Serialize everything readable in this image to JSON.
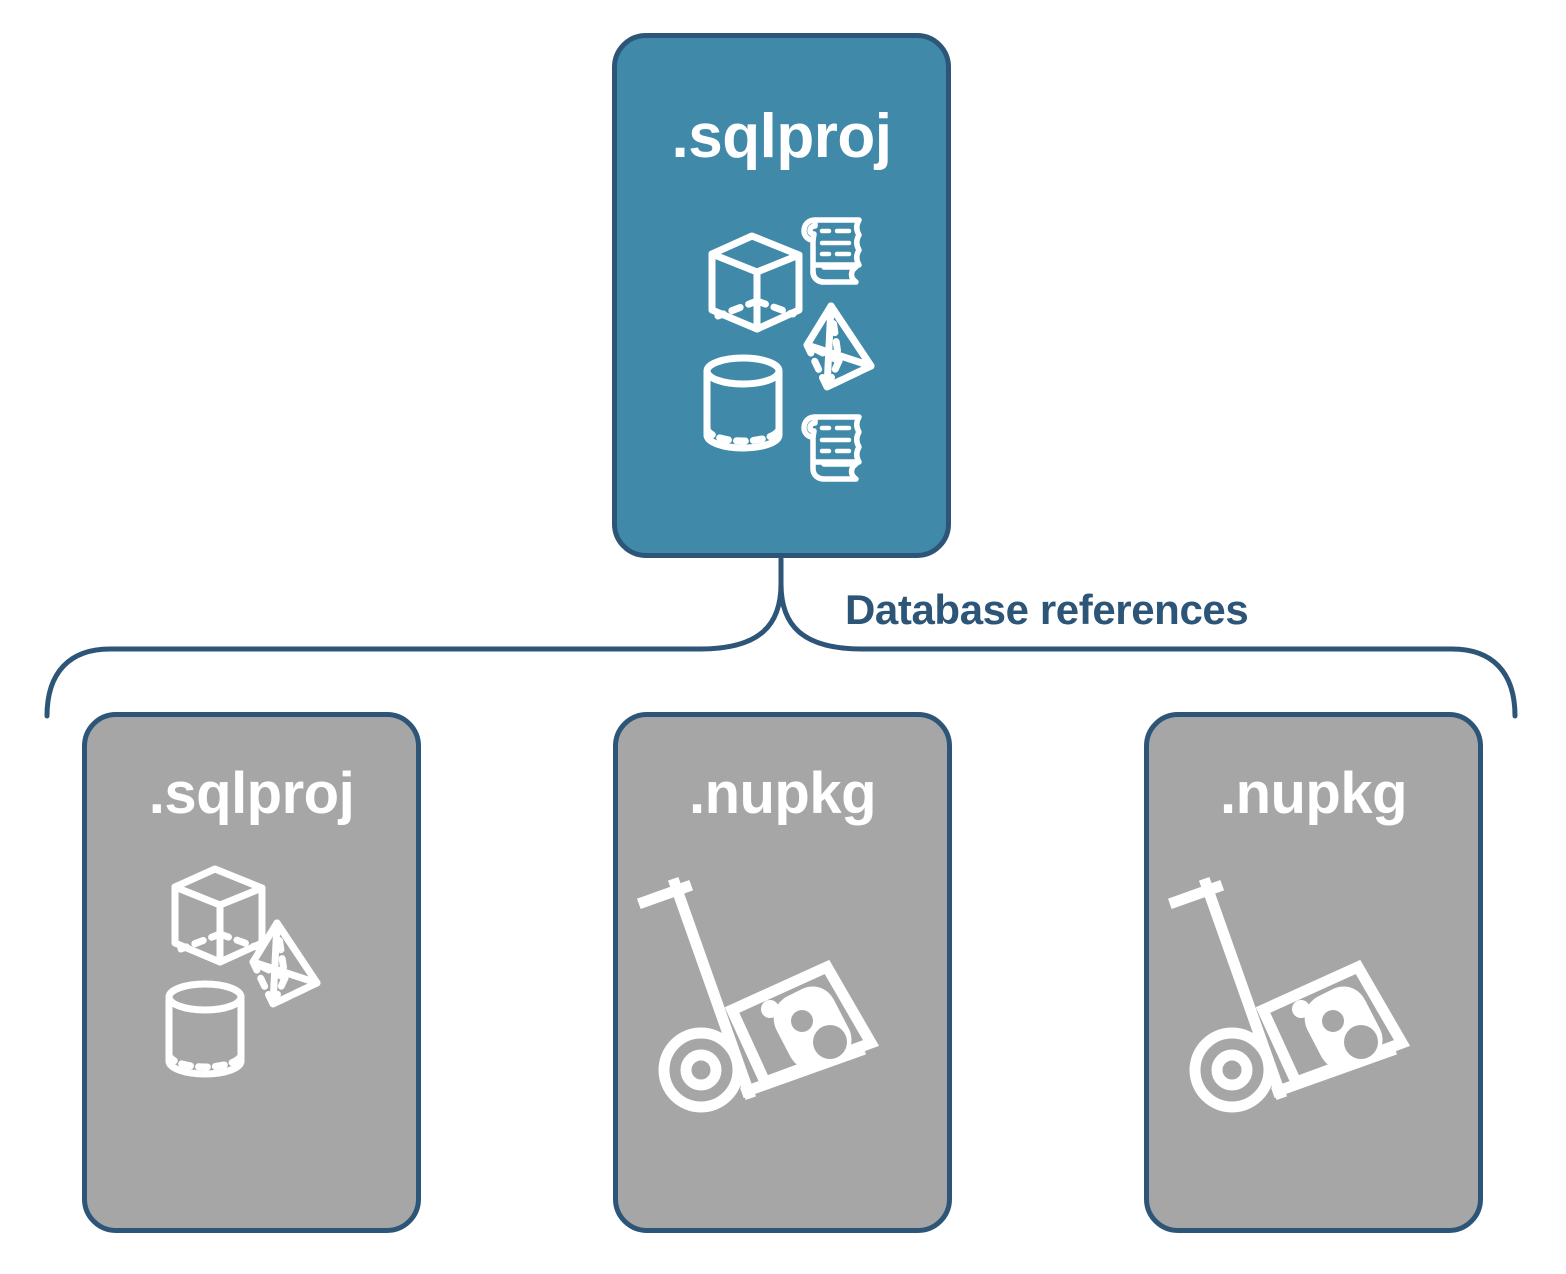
{
  "diagram": {
    "title_text": "Database references",
    "colors": {
      "accent_teal": "#4089a8",
      "border_navy": "#2c5578",
      "neutral_gray": "#a6a6a6",
      "icon_white": "#ffffff",
      "background": "#ffffff"
    }
  },
  "root": {
    "label": ".sqlproj",
    "type": "project",
    "icons": [
      "cube-icon",
      "script-scroll-icon",
      "pyramid-icon",
      "cylinder-icon",
      "script-scroll-icon"
    ]
  },
  "connector": {
    "label": "Database references",
    "style": "curly-brace"
  },
  "references": [
    {
      "label": ".sqlproj",
      "type": "project",
      "icons": [
        "cube-icon",
        "pyramid-icon",
        "cylinder-icon"
      ]
    },
    {
      "label": ".nupkg",
      "type": "package",
      "icons": [
        "hand-truck-package-icon"
      ]
    },
    {
      "label": ".nupkg",
      "type": "package",
      "icons": [
        "hand-truck-package-icon"
      ]
    }
  ]
}
